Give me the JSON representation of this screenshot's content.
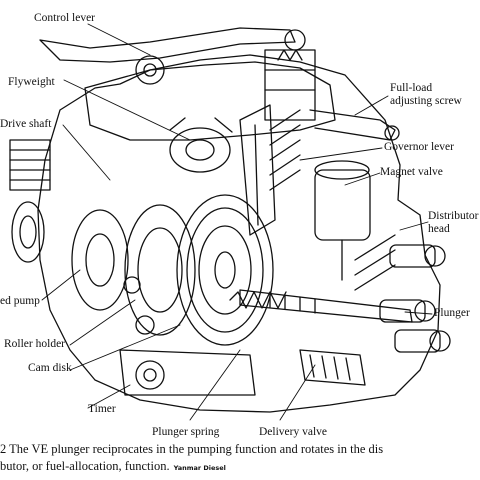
{
  "figure": {
    "labels": {
      "control_lever": "Control lever",
      "flyweight": "Flyweight",
      "drive_shaft": "Drive shaft",
      "full_load_line1": "Full-load",
      "full_load_line2": "adjusting screw",
      "governor_lever": "Governor lever",
      "magnet_valve": "Magnet valve",
      "distributor_head_line1": "Distributor",
      "distributor_head_line2": "head",
      "feed_pump": "ed pump",
      "plunger": "Plunger",
      "roller_holder": "Roller holder",
      "cam_disk": "Cam disk",
      "timer": "Timer",
      "plunger_spring": "Plunger spring",
      "delivery_valve": "Delivery valve"
    },
    "caption": {
      "line1": "2  The VE plunger reciprocates in the pumping function and rotates in the dis",
      "line2": "butor, or fuel-allocation, function.",
      "credit": "Yanmar Diesel"
    }
  }
}
